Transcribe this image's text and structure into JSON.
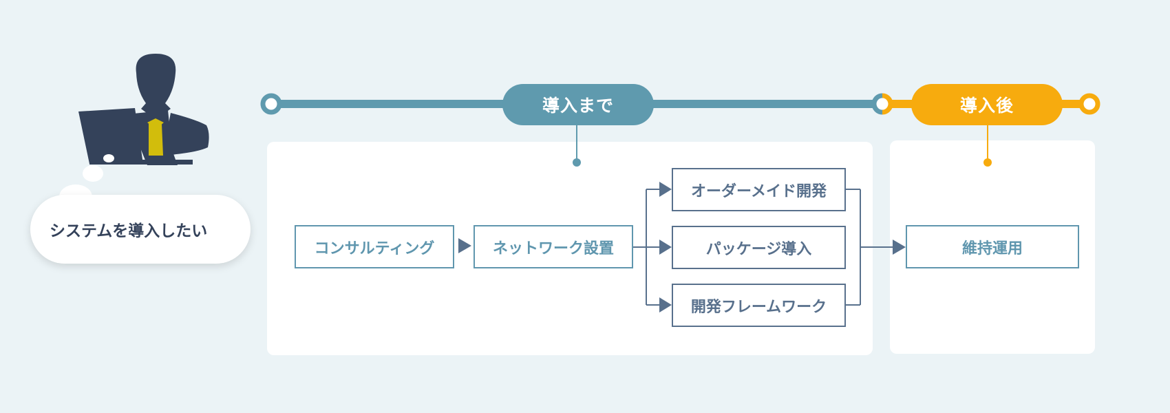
{
  "user_thought": "システムを導入したい",
  "phases": {
    "before": {
      "label": "導入まで",
      "color": "#5f9aae"
    },
    "after": {
      "label": "導入後",
      "color": "#f7ab0e"
    }
  },
  "steps": {
    "consulting": "コンサルティング",
    "network": "ネットワーク設置",
    "custom_dev": "オーダーメイド開発",
    "package": "パッケージ導入",
    "framework": "開発フレームワーク",
    "maintenance": "維持運用"
  },
  "colors": {
    "background": "#ebf3f6",
    "navy": "#34425a",
    "teal": "#5f96ae",
    "slate": "#58708c",
    "orange": "#f7ab0e",
    "tie": "#d2bd0c"
  },
  "icons": [
    "person-at-laptop-icon",
    "thought-bubble-icon",
    "arrow-right-icon"
  ]
}
